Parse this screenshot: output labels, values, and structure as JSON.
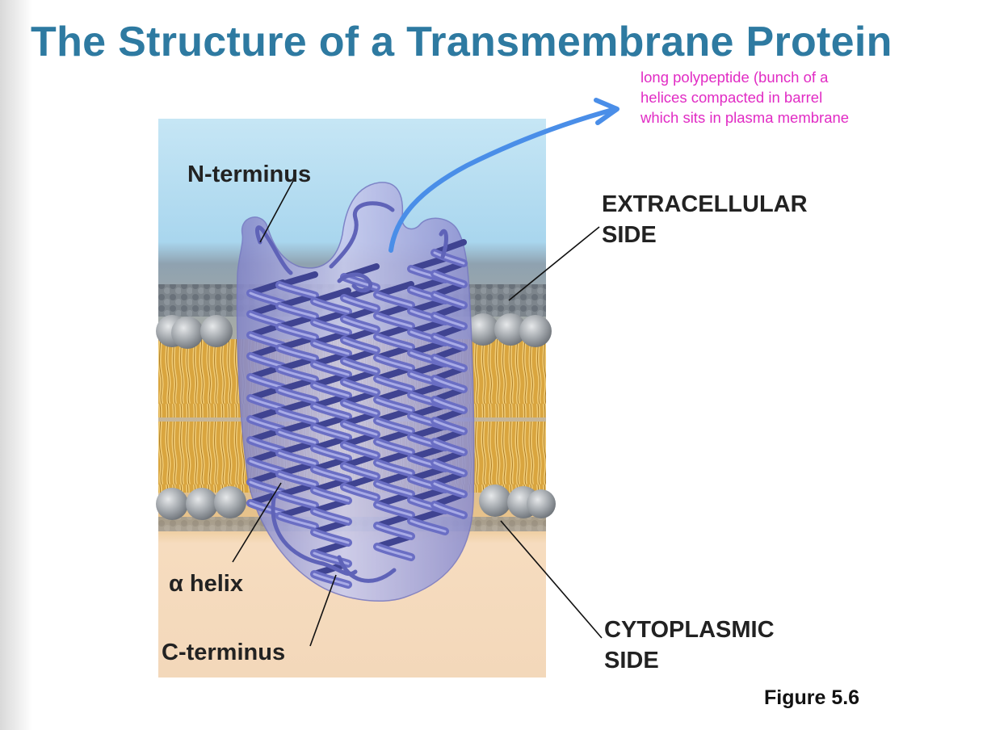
{
  "title": "The Structure of a Transmembrane Protein",
  "annotation_lines": [
    "long polypeptide (bunch of a",
    "helices compacted in barrel",
    "which sits in plasma membrane"
  ],
  "labels": {
    "n_terminus": "N-terminus",
    "extracellular_line1": "EXTRACELLULAR",
    "extracellular_line2": "SIDE",
    "alpha_helix": "α helix",
    "c_terminus": "C-terminus",
    "cytoplasmic_line1": "CYTOPLASMIC",
    "cytoplasmic_line2": "SIDE"
  },
  "figure_number": "Figure 5.6",
  "colors": {
    "title": "#2e7aa1",
    "annotation": "#e12bc4",
    "arrow": "#4a8ee8",
    "extracellular": "#a9d6ee",
    "cytoplasm": "#f5dcc0",
    "lipid_tail": "#e8b94e",
    "lipid_head": "#9aa0a6",
    "protein": "#8d8fd0",
    "helix": "#5f63b8"
  }
}
